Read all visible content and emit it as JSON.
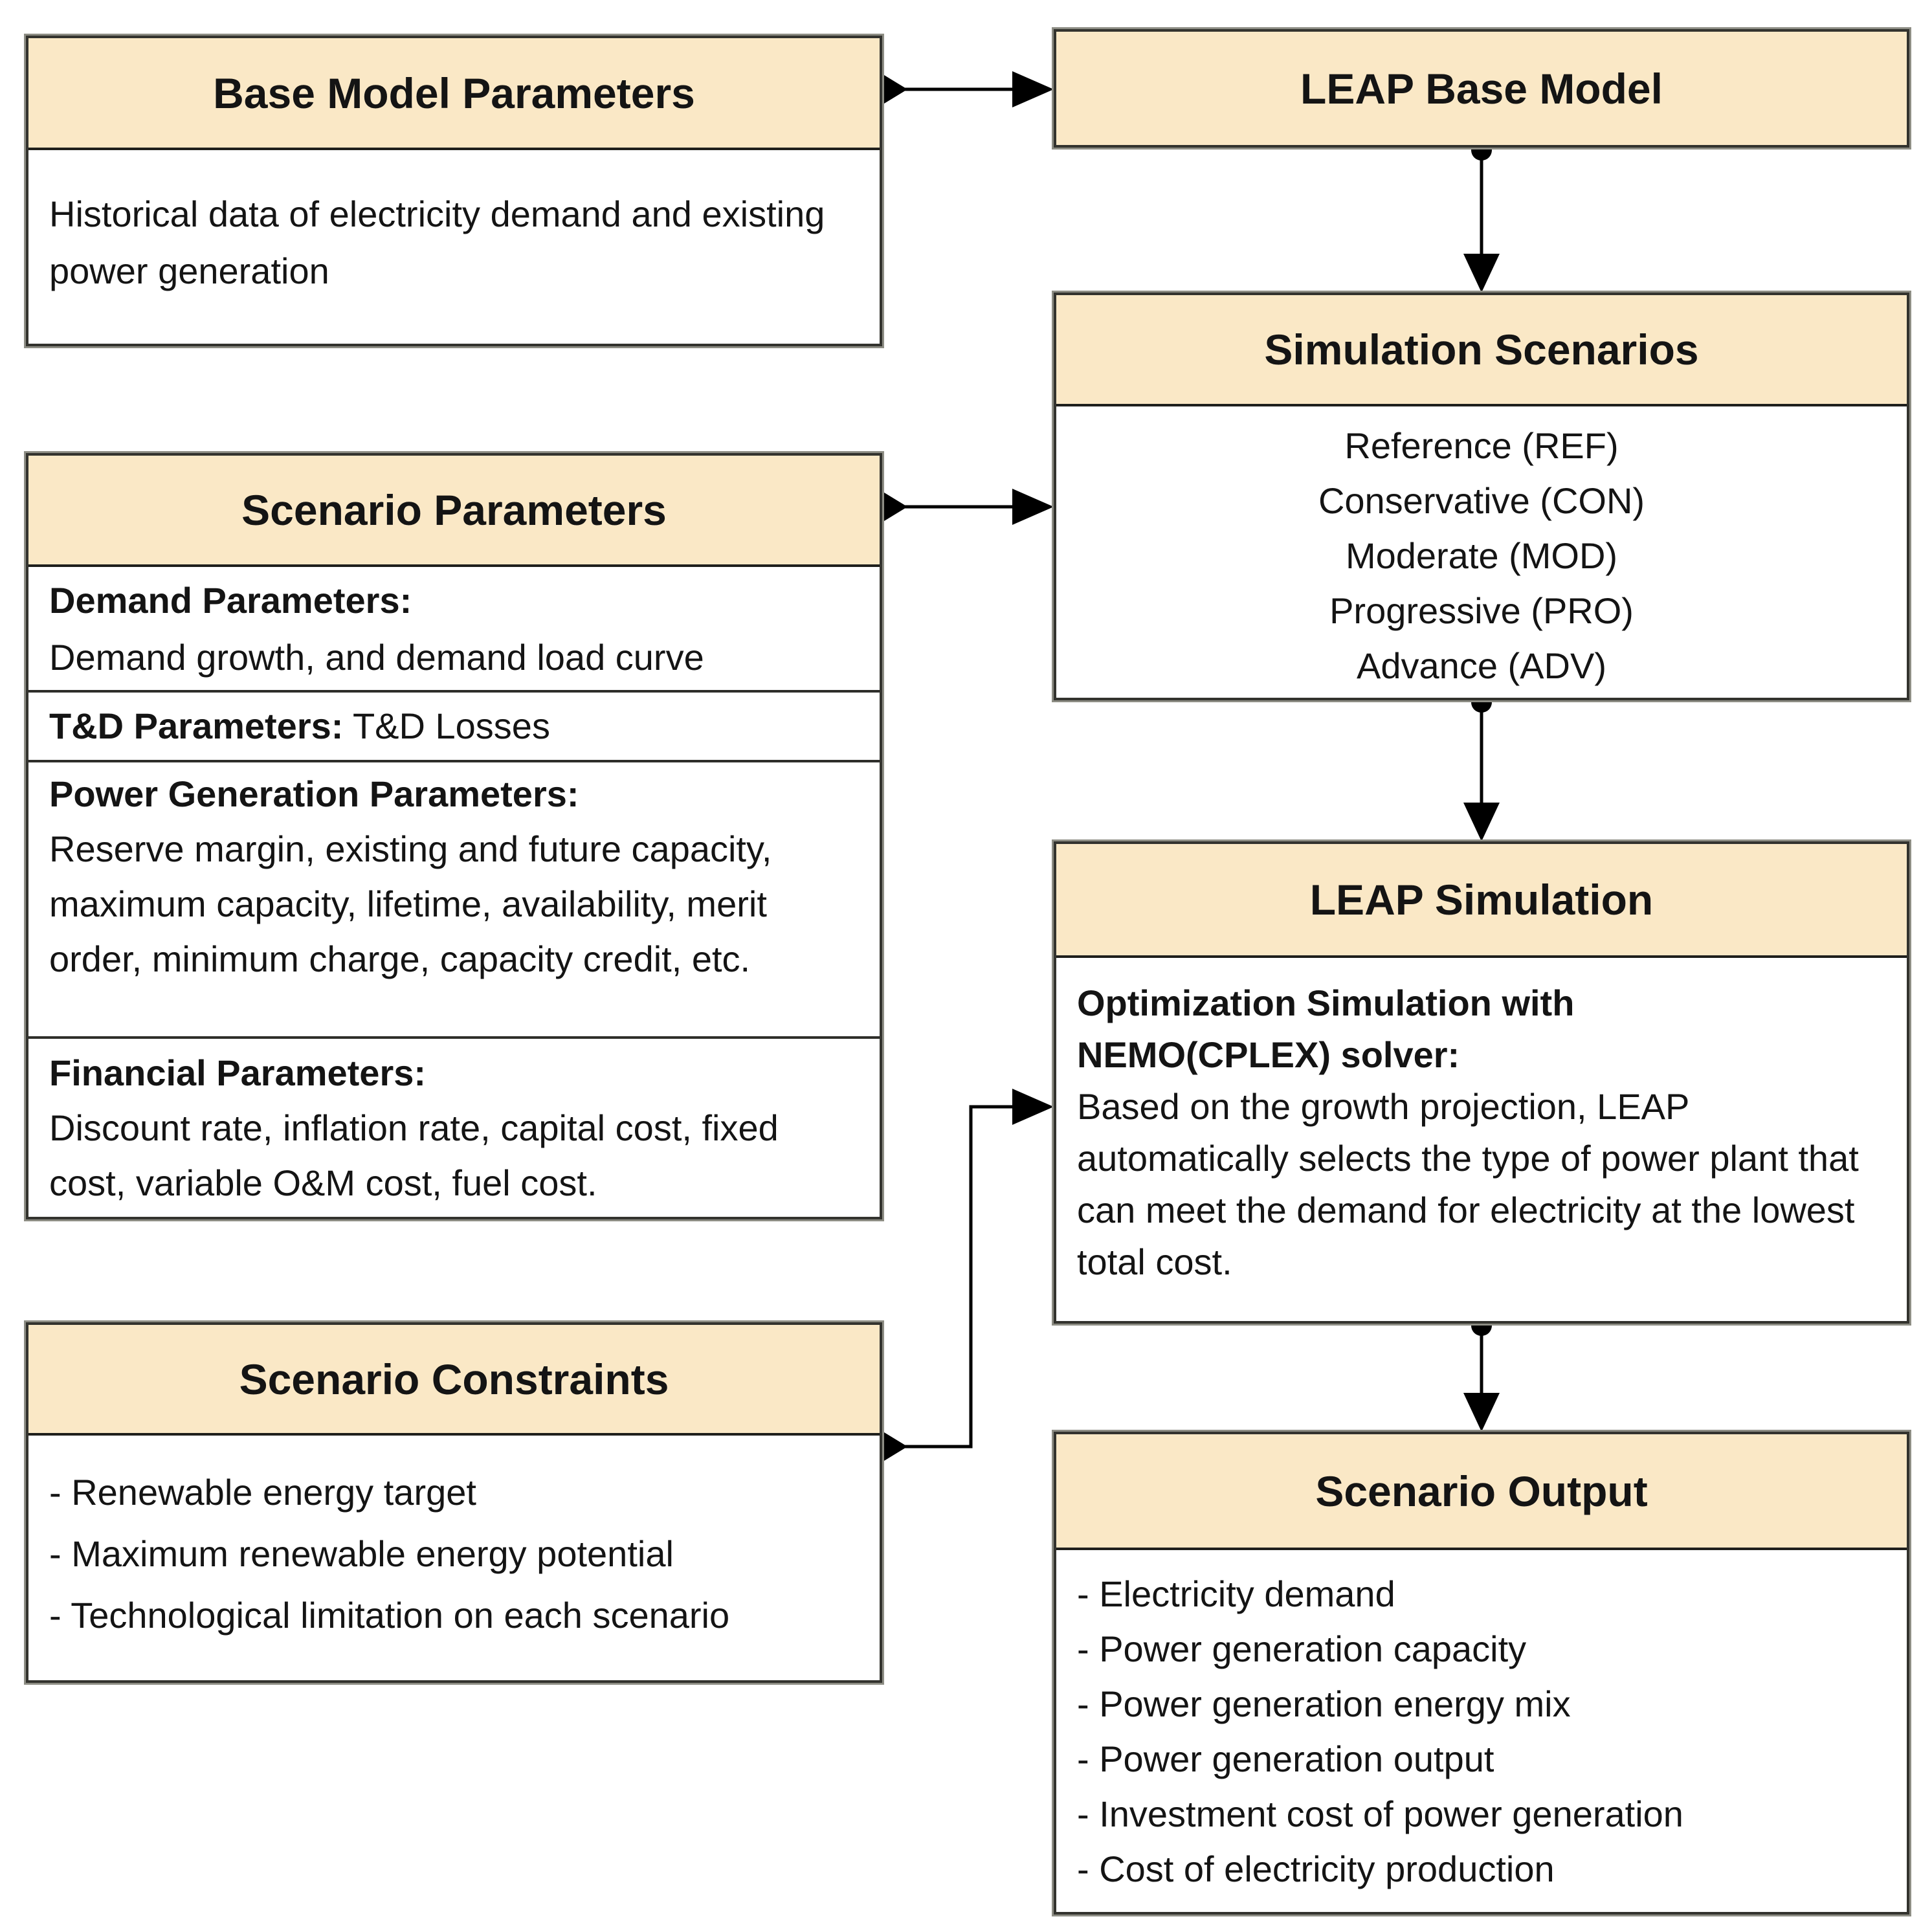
{
  "diagram": {
    "boxes": {
      "base_model_parameters": {
        "title": "Base Model Parameters",
        "body": "Historical data of electricity demand and existing power generation"
      },
      "leap_base_model": {
        "title": "LEAP Base Model"
      },
      "simulation_scenarios": {
        "title": "Simulation Scenarios",
        "items": [
          "Reference (REF)",
          "Conservative (CON)",
          "Moderate (MOD)",
          "Progressive (PRO)",
          "Advance (ADV)"
        ]
      },
      "scenario_parameters": {
        "title": "Scenario Parameters",
        "sections": [
          {
            "label": "Demand Parameters:",
            "text": "Demand growth, and demand load curve"
          },
          {
            "label": "T&D Parameters:",
            "text": " T&D Losses"
          },
          {
            "label": "Power Generation Parameters:",
            "text": "Reserve margin, existing and future capacity, maximum capacity, lifetime, availability, merit order, minimum charge, capacity credit, etc."
          },
          {
            "label": "Financial Parameters:",
            "text": "Discount rate, inflation rate, capital cost, fixed cost, variable O&M cost, fuel cost."
          }
        ]
      },
      "scenario_constraints": {
        "title": "Scenario Constraints",
        "items": [
          "- Renewable energy target",
          "- Maximum renewable energy potential",
          "- Technological limitation on each scenario"
        ]
      },
      "leap_simulation": {
        "title": "LEAP Simulation",
        "label": "Optimization Simulation with NEMO(CPLEX) solver:",
        "text": "Based on the growth projection, LEAP automatically selects the type of power plant that can meet the demand for electricity at the lowest total cost."
      },
      "scenario_output": {
        "title": "Scenario Output",
        "items": [
          "- Electricity demand",
          "- Power generation capacity",
          "- Power generation energy mix",
          "- Power generation output",
          "- Investment cost of power generation",
          "- Cost of electricity production"
        ]
      }
    },
    "colors": {
      "header_fill": "#fae8c6",
      "box_border": "#33332e",
      "box_outline_shadow": "#8d8d84",
      "divider": "#2e2e2a",
      "text": "#141414",
      "connector": "#000000",
      "background": "#ffffff"
    }
  }
}
